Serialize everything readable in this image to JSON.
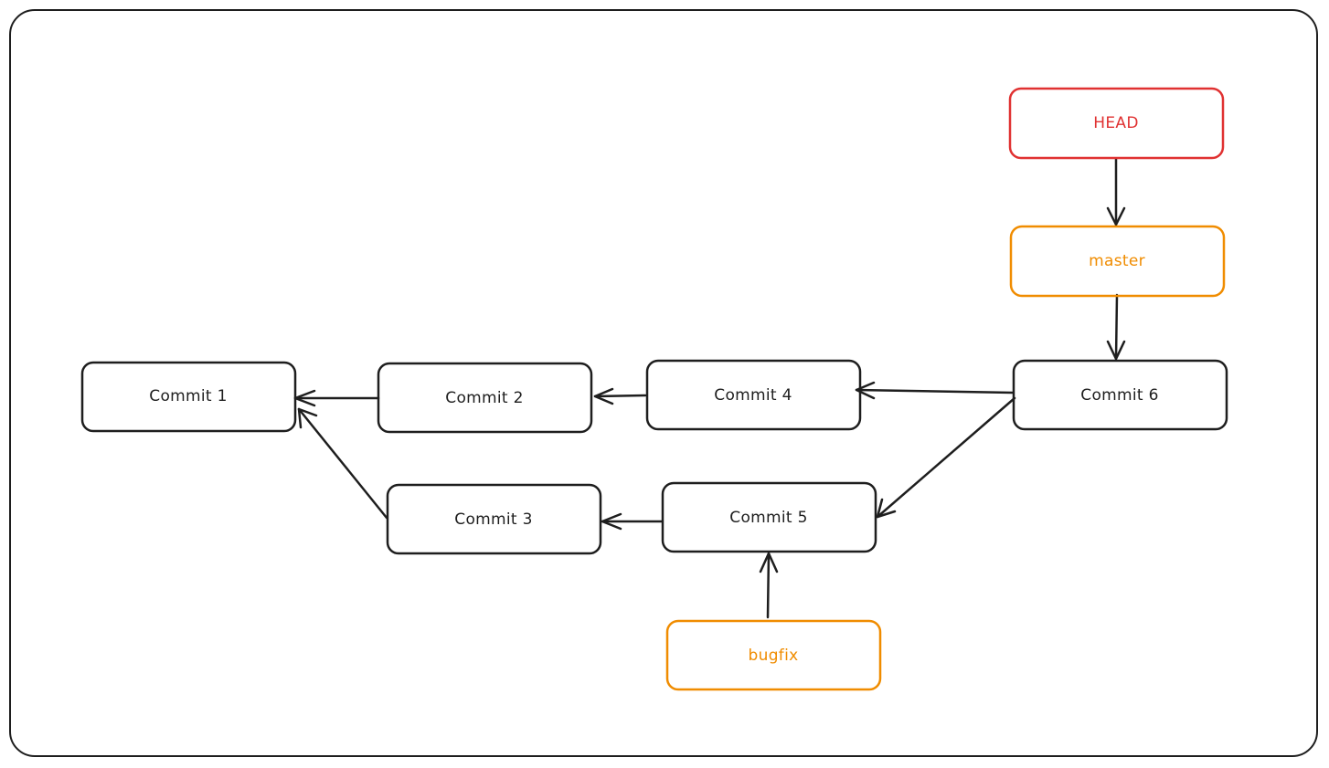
{
  "colors": {
    "stroke": "#1e1e1e",
    "head": "#e03131",
    "branch": "#f08c00",
    "background": "#ffffff"
  },
  "nodes": {
    "head": {
      "label": "HEAD"
    },
    "master": {
      "label": "master"
    },
    "bugfix": {
      "label": "bugfix"
    },
    "commit1": {
      "label": "Commit 1"
    },
    "commit2": {
      "label": "Commit 2"
    },
    "commit3": {
      "label": "Commit 3"
    },
    "commit4": {
      "label": "Commit 4"
    },
    "commit5": {
      "label": "Commit 5"
    },
    "commit6": {
      "label": "Commit 6"
    }
  },
  "edges": [
    {
      "from": "head",
      "to": "master"
    },
    {
      "from": "master",
      "to": "commit6"
    },
    {
      "from": "commit6",
      "to": "commit4"
    },
    {
      "from": "commit6",
      "to": "commit5"
    },
    {
      "from": "commit4",
      "to": "commit2"
    },
    {
      "from": "commit2",
      "to": "commit1"
    },
    {
      "from": "commit5",
      "to": "commit3"
    },
    {
      "from": "commit3",
      "to": "commit1"
    },
    {
      "from": "bugfix",
      "to": "commit5"
    }
  ]
}
